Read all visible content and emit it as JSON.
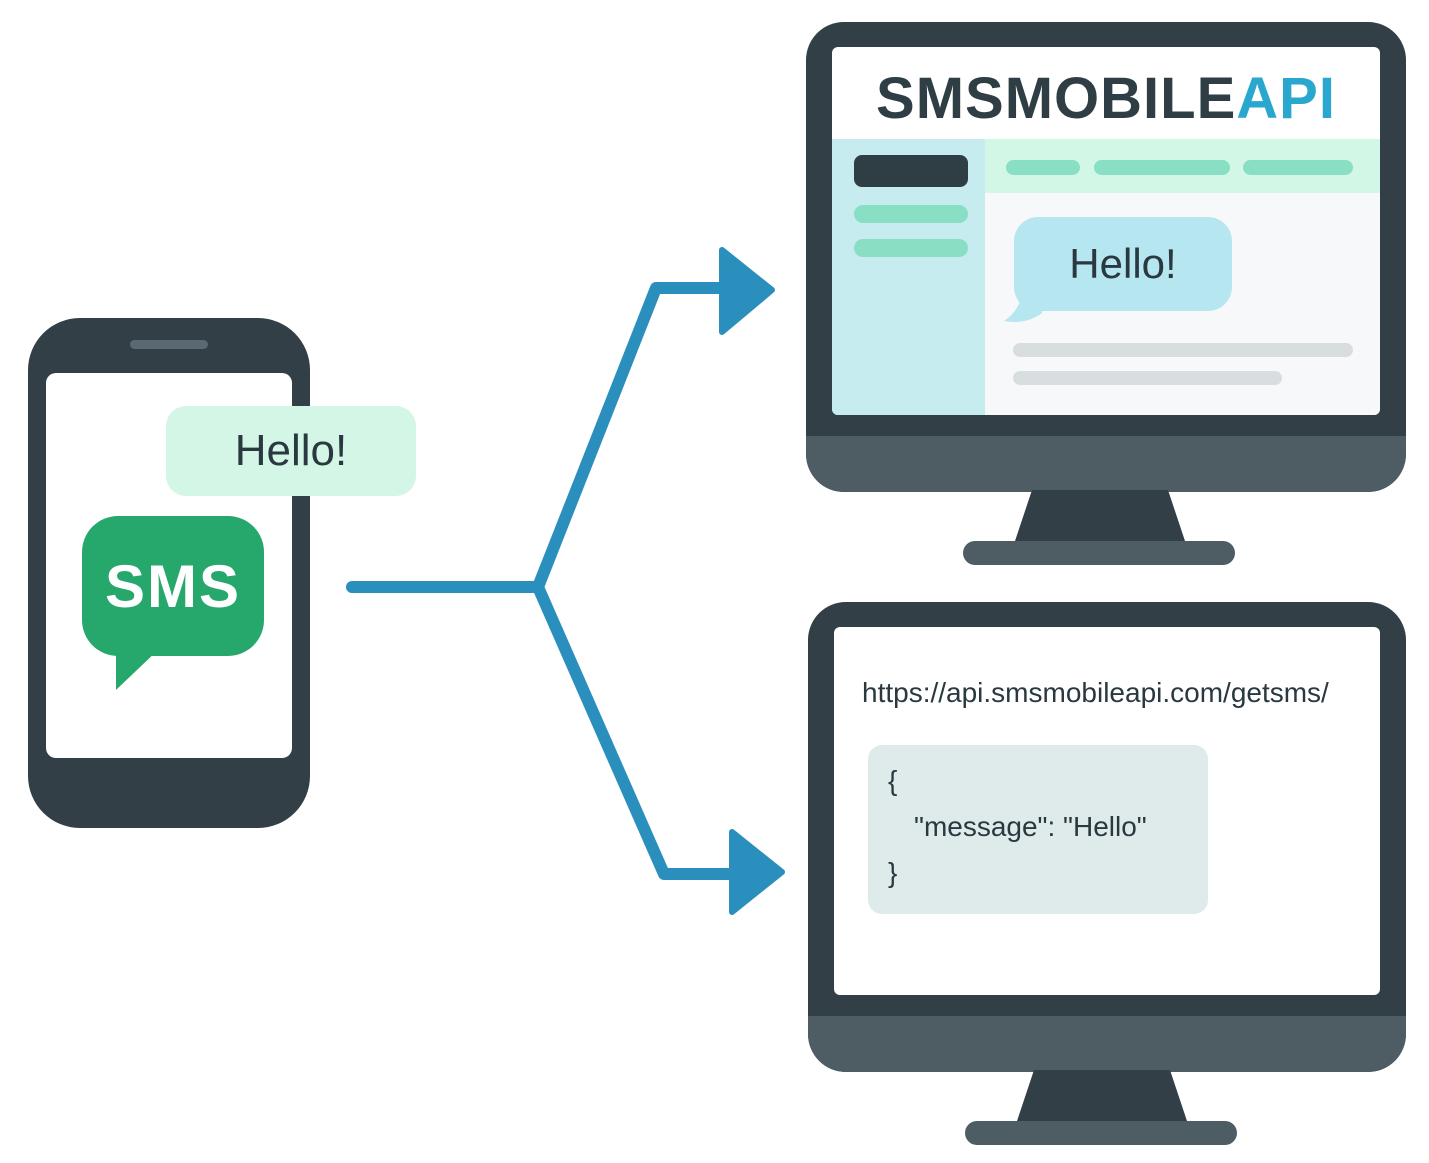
{
  "phone": {
    "bubble_text": "Hello!",
    "sms_label": "SMS"
  },
  "monitor_dashboard": {
    "logo_main": "SMSMOBILE",
    "logo_accent": "API",
    "bubble_text": "Hello!"
  },
  "monitor_api": {
    "url": "https://api.smsmobileapi.com/getsms/",
    "code_open": "{",
    "code_body": "\"message\": \"Hello\"",
    "code_close": "}"
  },
  "colors": {
    "dark": "#333f46",
    "arrow": "#2a8fbd",
    "sms_green": "#26a86c",
    "accent_blue": "#2aa7cf",
    "mint": "#d4f6e6"
  }
}
